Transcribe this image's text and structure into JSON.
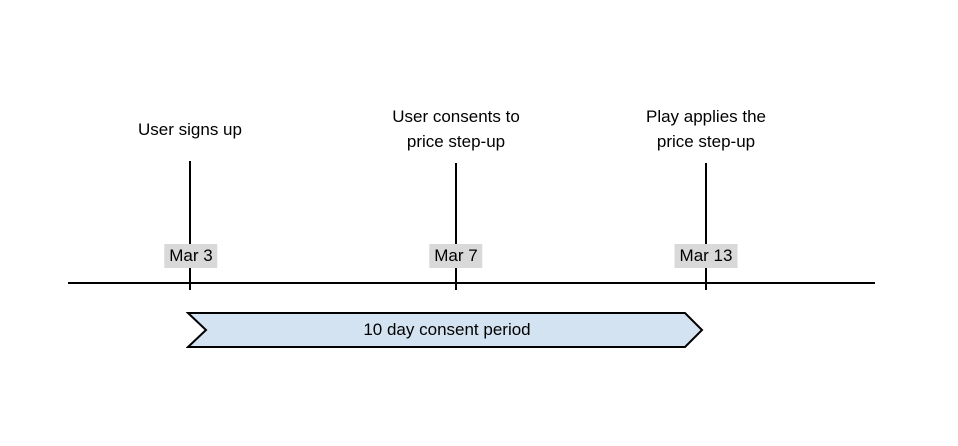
{
  "diagram": {
    "events": [
      {
        "label": "User signs up",
        "date": "Mar 3"
      },
      {
        "label": "User consents to\nprice step-up",
        "date": "Mar 7"
      },
      {
        "label": "Play applies the\nprice step-up",
        "date": "Mar 13"
      }
    ],
    "period": {
      "label": "10 day consent period"
    },
    "colors": {
      "period_fill": "#d4e3f1",
      "period_border": "#000000",
      "date_badge_bg": "#d9d9d9",
      "axis": "#000000"
    }
  }
}
